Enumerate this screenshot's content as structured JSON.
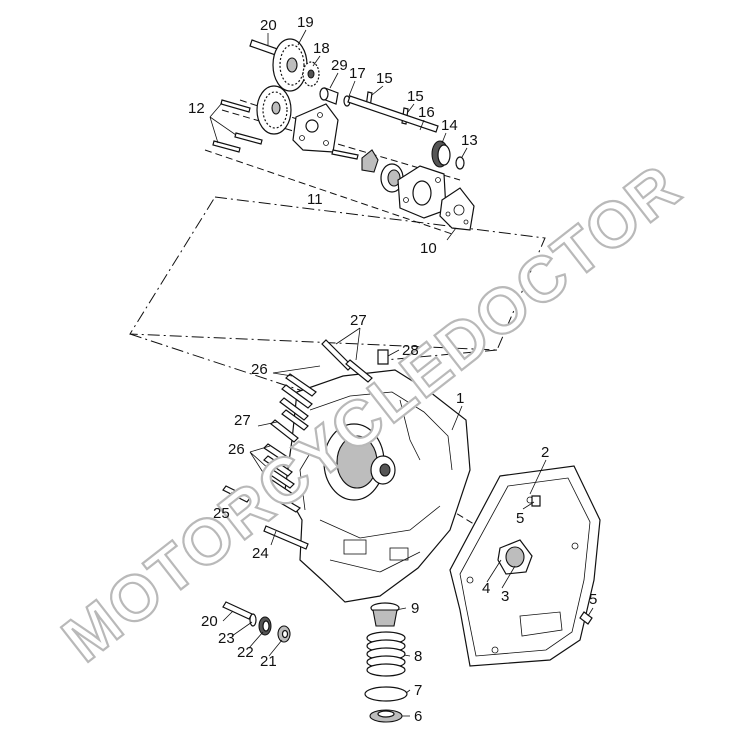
{
  "watermark": "MOTORCYCLEDOCTOR",
  "callouts": [
    {
      "id": "c20a",
      "text": "20"
    },
    {
      "id": "c19",
      "text": "19"
    },
    {
      "id": "c18",
      "text": "18"
    },
    {
      "id": "c29",
      "text": "29"
    },
    {
      "id": "c17",
      "text": "17"
    },
    {
      "id": "c15a",
      "text": "15"
    },
    {
      "id": "c15b",
      "text": "15"
    },
    {
      "id": "c16",
      "text": "16"
    },
    {
      "id": "c14",
      "text": "14"
    },
    {
      "id": "c13",
      "text": "13"
    },
    {
      "id": "c12",
      "text": "12"
    },
    {
      "id": "c11",
      "text": "11"
    },
    {
      "id": "c10",
      "text": "10"
    },
    {
      "id": "c27a",
      "text": "27"
    },
    {
      "id": "c28",
      "text": "28"
    },
    {
      "id": "c26a",
      "text": "26"
    },
    {
      "id": "c1",
      "text": "1"
    },
    {
      "id": "c27b",
      "text": "27"
    },
    {
      "id": "c26b",
      "text": "26"
    },
    {
      "id": "c2",
      "text": "2"
    },
    {
      "id": "c5a",
      "text": "5"
    },
    {
      "id": "c25",
      "text": "25"
    },
    {
      "id": "c24",
      "text": "24"
    },
    {
      "id": "c4",
      "text": "4"
    },
    {
      "id": "c3",
      "text": "3"
    },
    {
      "id": "c5b",
      "text": "5"
    },
    {
      "id": "c9",
      "text": "9"
    },
    {
      "id": "c20b",
      "text": "20"
    },
    {
      "id": "c23",
      "text": "23"
    },
    {
      "id": "c22",
      "text": "22"
    },
    {
      "id": "c21",
      "text": "21"
    },
    {
      "id": "c8",
      "text": "8"
    },
    {
      "id": "c7",
      "text": "7"
    },
    {
      "id": "c6",
      "text": "6"
    }
  ]
}
